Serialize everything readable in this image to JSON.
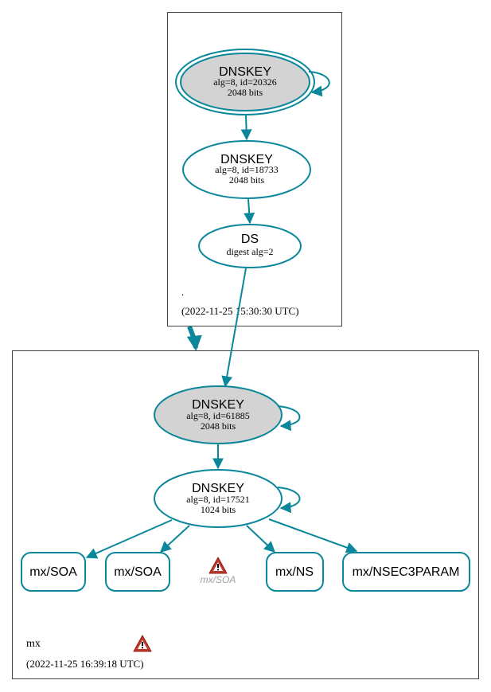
{
  "colors": {
    "edge": "#0a879a",
    "ksk_fill": "#d3d3d3",
    "zone_border": "#444444",
    "warn_red": "#c0392b",
    "faded_text": "#a0a0a0"
  },
  "root_zone": {
    "name": ".",
    "timestamp": "(2022-11-25 15:30:30 UTC)",
    "ksk": {
      "type": "DNSKEY",
      "detail": "alg=8, id=20326",
      "size": "2048 bits"
    },
    "zsk": {
      "type": "DNSKEY",
      "detail": "alg=8, id=18733",
      "size": "2048 bits"
    },
    "ds": {
      "type": "DS",
      "detail": "digest alg=2"
    }
  },
  "mx_zone": {
    "name": "mx",
    "timestamp": "(2022-11-25 16:39:18 UTC)",
    "ksk": {
      "type": "DNSKEY",
      "detail": "alg=8, id=61885",
      "size": "2048 bits"
    },
    "zsk": {
      "type": "DNSKEY",
      "detail": "alg=8, id=17521",
      "size": "1024 bits"
    },
    "records": [
      "mx/SOA",
      "mx/SOA",
      "mx/NS",
      "mx/NSEC3PARAM"
    ],
    "warning_record": "mx/SOA"
  }
}
